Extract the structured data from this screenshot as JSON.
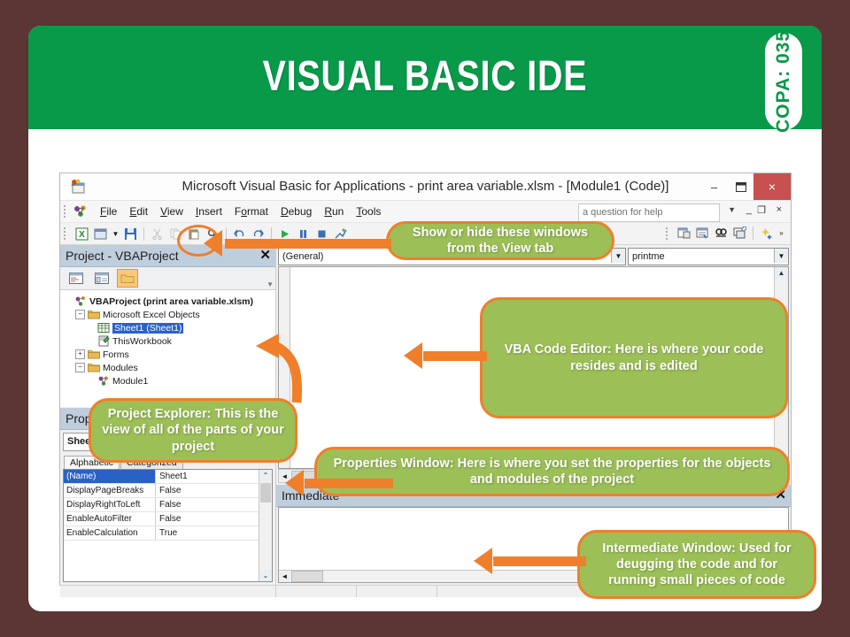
{
  "slide": {
    "header_title": "VISUAL BASIC IDE",
    "badge": "COPA: 035",
    "colors": {
      "background": "#5b3634",
      "header_green": "#089949",
      "callout_green": "#9cbf57",
      "accent_orange": "#ef7f2a",
      "panel_title_blue": "#bfcedd",
      "selection_blue": "#2a61c6"
    }
  },
  "vba_window": {
    "title": "Microsoft Visual Basic for Applications - print area variable.xlsm - [Module1 (Code)]",
    "window_controls": {
      "minimize": "–",
      "restore": "❐",
      "close": "×"
    },
    "menu": [
      {
        "label": "File",
        "accel": "F"
      },
      {
        "label": "Edit",
        "accel": "E"
      },
      {
        "label": "View",
        "accel": "V"
      },
      {
        "label": "Insert",
        "accel": "I"
      },
      {
        "label": "Format",
        "accel": "o"
      },
      {
        "label": "Debug",
        "accel": "D"
      },
      {
        "label": "Run",
        "accel": "R"
      },
      {
        "label": "Tools",
        "accel": "T"
      }
    ],
    "help_box": {
      "value": "a question for help",
      "placeholder": "Type a question for help"
    },
    "mdi_buttons": {
      "minimize": "–",
      "restore": "᫆",
      "close": "×"
    },
    "toolbar_icons": [
      "view-excel-icon",
      "insert-userform-icon",
      "insert-dropdown-icon",
      "save-icon",
      "cut-icon",
      "copy-icon",
      "paste-icon",
      "find-icon",
      "undo-icon",
      "redo-icon",
      "run-icon",
      "break-icon",
      "reset-icon",
      "design-mode-icon"
    ],
    "toolbar_right_icons": [
      "project-explorer-icon",
      "properties-window-icon",
      "object-browser-icon",
      "toolbox-icon",
      "vba-help-icon"
    ]
  },
  "project_explorer": {
    "title": "Project - VBAProject",
    "close_label": "✕",
    "toolbar": [
      {
        "name": "view-code-button",
        "active": false
      },
      {
        "name": "view-object-button",
        "active": false
      },
      {
        "name": "toggle-folders-button",
        "active": true
      }
    ],
    "tree": [
      {
        "label": "VBAProject (print area variable.xlsm)",
        "level": 0,
        "icon": "vbaproject-icon",
        "expander": "",
        "bold": true,
        "selected": false
      },
      {
        "label": "Microsoft Excel Objects",
        "level": 1,
        "icon": "folder-icon",
        "expander": "−",
        "bold": false,
        "selected": false
      },
      {
        "label": "Sheet1 (Sheet1)",
        "level": 2,
        "icon": "worksheet-icon",
        "expander": "",
        "bold": false,
        "selected": true
      },
      {
        "label": "ThisWorkbook",
        "level": 2,
        "icon": "workbook-icon",
        "expander": "",
        "bold": false,
        "selected": false
      },
      {
        "label": "Forms",
        "level": 1,
        "icon": "folder-icon",
        "expander": "+",
        "bold": false,
        "selected": false
      },
      {
        "label": "Modules",
        "level": 1,
        "icon": "folder-icon",
        "expander": "−",
        "bold": false,
        "selected": false
      },
      {
        "label": "Module1",
        "level": 2,
        "icon": "module-icon",
        "expander": "",
        "bold": false,
        "selected": false
      }
    ]
  },
  "properties_window": {
    "title": "Properties - Sheet1",
    "collapse_label": "⌃",
    "object_combo": {
      "name": "Sheet1",
      "type": "Worksheet"
    },
    "tabs": [
      {
        "label": "Alphabetic",
        "active": true
      },
      {
        "label": "Categorized",
        "active": false
      }
    ],
    "rows": [
      {
        "name": "(Name)",
        "value": "Sheet1",
        "selected": true
      },
      {
        "name": "DisplayPageBreaks",
        "value": "False",
        "selected": false
      },
      {
        "name": "DisplayRightToLeft",
        "value": "False",
        "selected": false
      },
      {
        "name": "EnableAutoFilter",
        "value": "False",
        "selected": false
      },
      {
        "name": "EnableCalculation",
        "value": "True",
        "selected": false
      }
    ],
    "scroll": {
      "up": "⌃",
      "down": "⌄"
    }
  },
  "code_editor": {
    "object_combo": "(General)",
    "procedure_combo": "printme",
    "code_text": "",
    "scroll": {
      "up": "▲",
      "down": "▼",
      "left": "◄",
      "right": "►"
    }
  },
  "immediate_window": {
    "title": "Immediate",
    "close_label": "✕",
    "content": "",
    "scroll": {
      "left": "◄"
    }
  },
  "callouts": [
    {
      "id": "view",
      "text": "Show or hide these windows from the View tab"
    },
    {
      "id": "code",
      "text": "VBA Code Editor: Here is where your code resides and is edited"
    },
    {
      "id": "project",
      "text": "Project Explorer: This is the view of all of the parts of your project"
    },
    {
      "id": "properties",
      "text": "Properties Window: Here is where you set the properties for the objects and modules of the project"
    },
    {
      "id": "immediate",
      "text": "Intermediate Window: Used for deugging the code and for running small pieces of code"
    }
  ]
}
